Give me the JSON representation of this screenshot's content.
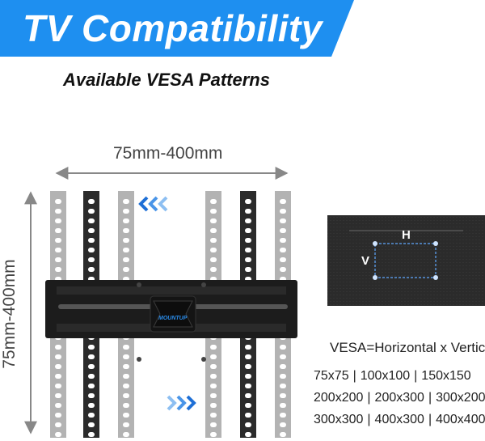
{
  "header": {
    "title": "TV Compatibility",
    "subtitle": "Available VESA Patterns",
    "banner_color": "#1e8ff0"
  },
  "dimensions": {
    "horizontal": "75mm-400mm",
    "vertical": "75mm-400mm"
  },
  "mount": {
    "brand": "MOUNTUP"
  },
  "tv_diagram": {
    "h_label": "H",
    "v_label": "V"
  },
  "vesa": {
    "formula": "VESA=Horizontal x Vertical",
    "separator": "|",
    "rows": [
      [
        "75x75",
        "100x100",
        "150x150"
      ],
      [
        "200x200",
        "200x300",
        "300x200"
      ],
      [
        "300x300",
        "400x300",
        "400x400"
      ]
    ]
  },
  "colors": {
    "accent": "#1e8ff0",
    "arrow_blue": "#2a8be8"
  }
}
